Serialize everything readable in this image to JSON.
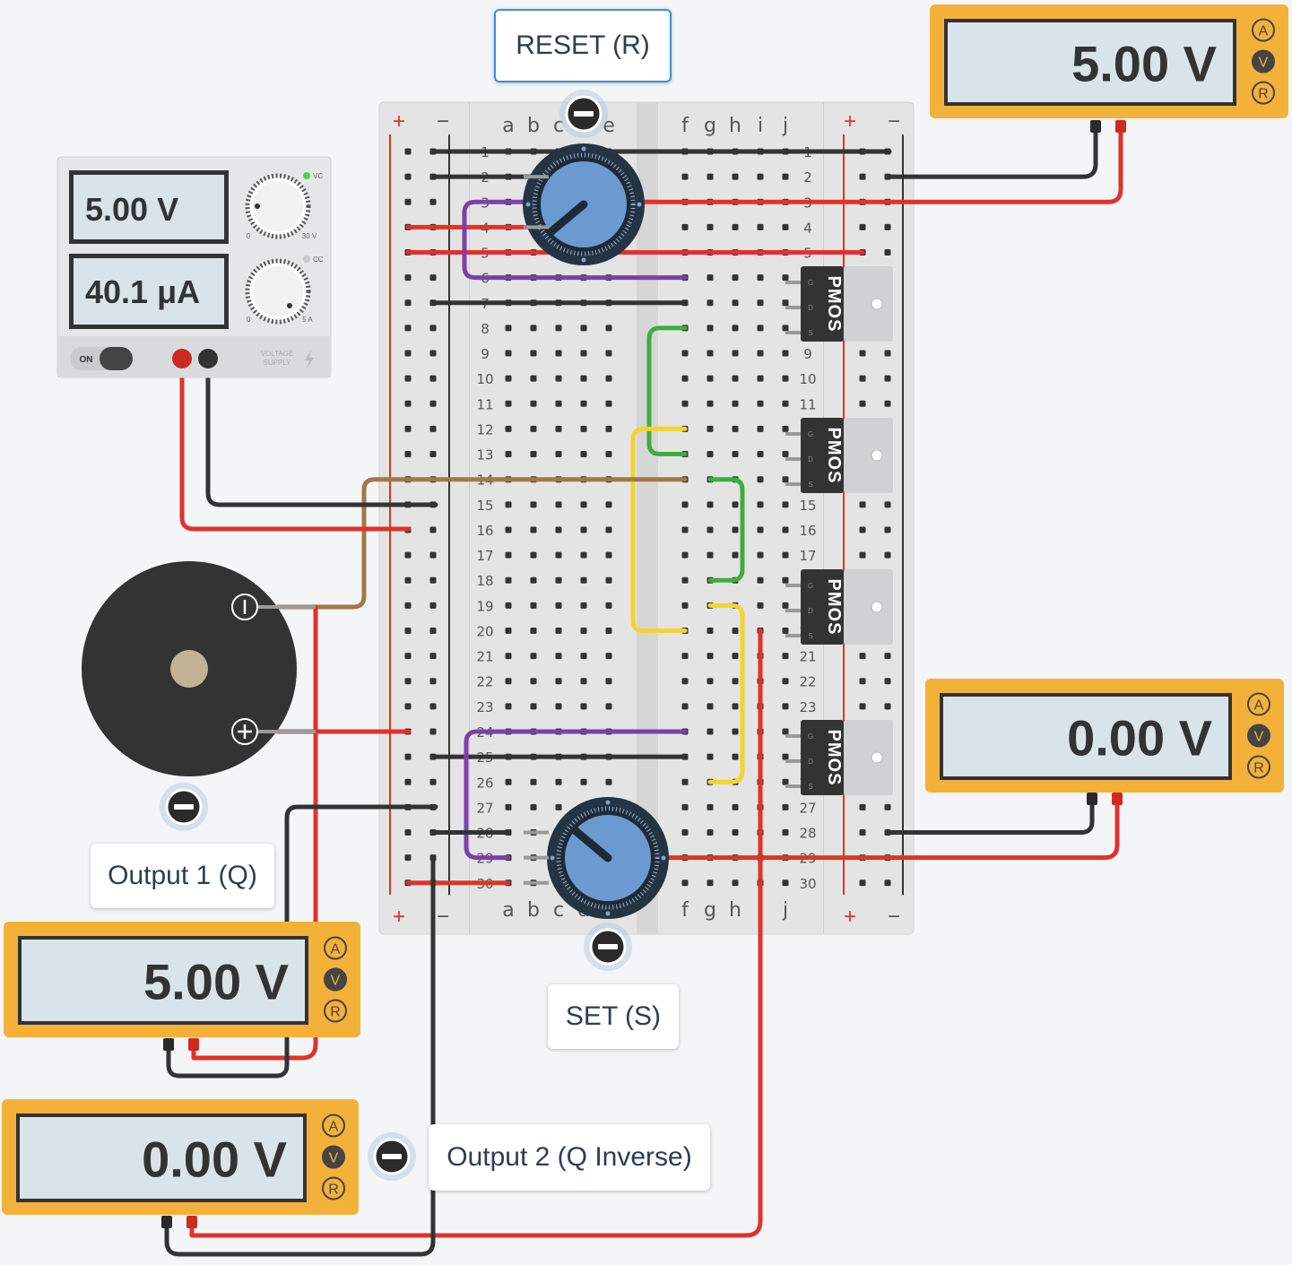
{
  "labels": {
    "reset": "RESET (R)",
    "set": "SET (S)",
    "out1": "Output 1 (Q)",
    "out2": "Output 2 (Q Inverse)"
  },
  "supply": {
    "voltage": "5.00 V",
    "current": "40.1 μA",
    "on_label": "ON",
    "vc_label": "VC",
    "cc_label": "CC",
    "v_min": "0",
    "v_max": "30 V",
    "a_min": "0",
    "a_max": "5 A",
    "brand_line1": "VOLTAGE",
    "brand_line2": "SUPPLY"
  },
  "meters": {
    "top_right": "5.00 V",
    "mid_right": "0.00 V",
    "q_out": "5.00 V",
    "qn_out": "0.00 V",
    "buttons": [
      "A",
      "V",
      "R"
    ]
  },
  "breadboard": {
    "cols_left": [
      "a",
      "b",
      "c",
      "d",
      "e"
    ],
    "cols_right": [
      "f",
      "g",
      "h",
      "i",
      "j"
    ],
    "rows": 30,
    "plus": "+",
    "minus": "−"
  },
  "transistor_label": "PMOS",
  "pins": [
    "G",
    "D",
    "S"
  ],
  "buzzer": {
    "minus": "−",
    "plus": "+"
  },
  "colors": {
    "red_wire": "#e0322b",
    "black_wire": "#333333",
    "purple_wire": "#7e3fa8",
    "green_wire": "#3cae3c",
    "yellow_wire": "#f3d42e",
    "brown_wire": "#a4774a",
    "meter_frame": "#f4b13a",
    "knob_blue": "#6b9ad0"
  }
}
